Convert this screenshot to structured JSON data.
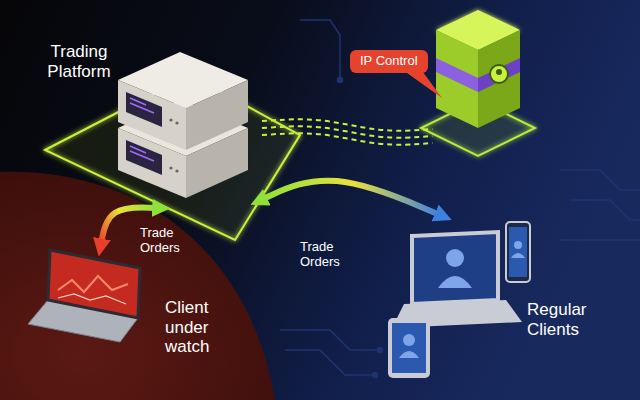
{
  "diagram": {
    "nodes": [
      {
        "text": [
          "Trading Platform"
        ]
      },
      {
        "text": [
          "IP Control"
        ]
      },
      {
        "text": [
          "Client under watch"
        ]
      },
      {
        "text": [
          "Regular Clients"
        ]
      }
    ],
    "edges": [
      {
        "from": 0,
        "to": 1,
        "arrow": "none"
      },
      {
        "from": 0,
        "to": 2,
        "label": "Trade Orders",
        "arrow": "both"
      },
      {
        "from": 0,
        "to": 3,
        "label": "Trade Orders",
        "arrow": "both"
      }
    ]
  }
}
